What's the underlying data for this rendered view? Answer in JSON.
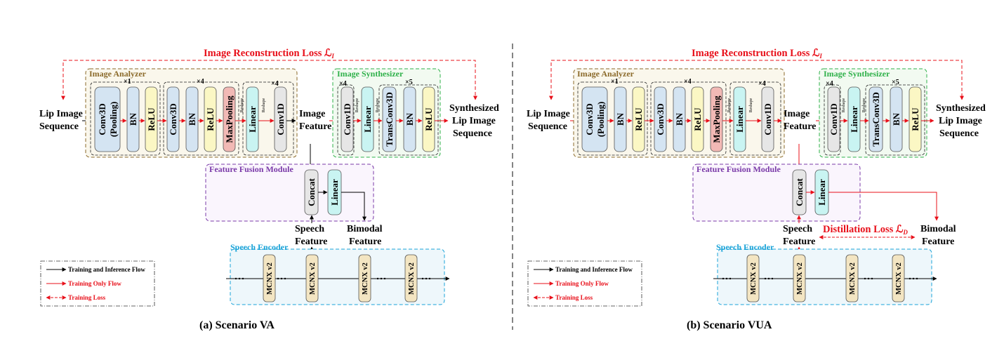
{
  "panels": [
    {
      "id": "va",
      "caption": "(a) Scenario VA",
      "loss_top": "Image Reconstruction Loss ℒ",
      "loss_top_sub": "I",
      "input_label": [
        "Lip Image",
        "Sequence"
      ],
      "output_label": [
        "Synthesized",
        "Lip Image",
        "Sequence"
      ],
      "image_feature": [
        "Image",
        "Feature"
      ],
      "speech_feature": [
        "Speech",
        "Feature"
      ],
      "bimodal_feature": [
        "Bimodal",
        "Feature"
      ],
      "analyzer_title": "Image Analyzer",
      "synth_title": "Image Synthesizer",
      "fusion_title": "Feature Fusion Module",
      "encoder_title": "Speech Encoder",
      "distill_loss": "",
      "distill_loss_sub": ""
    },
    {
      "id": "vua",
      "caption": "(b) Scenario VUA",
      "loss_top": "Image Reconstruction Loss ℒ",
      "loss_top_sub": "I",
      "input_label": [
        "Lip Image",
        "Sequence"
      ],
      "output_label": [
        "Synthesized",
        "Lip Image",
        "Sequence"
      ],
      "image_feature": [
        "Image",
        "Feature"
      ],
      "speech_feature": [
        "Speech",
        "Feature"
      ],
      "bimodal_feature": [
        "Bimodal",
        "Feature"
      ],
      "analyzer_title": "Image Analyzer",
      "synth_title": "Image Synthesizer",
      "fusion_title": "Feature Fusion Module",
      "encoder_title": "Speech Encoder",
      "distill_loss": "Distillation Loss ℒ",
      "distill_loss_sub": "D"
    }
  ],
  "analyzer_blocks": [
    "Conv3D (Pooling)",
    "BN",
    "ReLU",
    "Conv3D",
    "BN",
    "ReLU",
    "MaxPooling",
    "Linear",
    "Conv1D"
  ],
  "analyzer_mults": [
    "×1",
    "×4",
    "×4"
  ],
  "synth_blocks": [
    "Conv1D",
    "Linear",
    "TransConv3D",
    "BN",
    "ReLU"
  ],
  "synth_mults": [
    "×4",
    "×5"
  ],
  "reshape": "Reshape",
  "fusion_blocks": [
    "Concat",
    "Linear"
  ],
  "encoder_blocks": [
    "MCNX v2",
    "MCNX v2",
    "MCNX v2",
    "MCNX v2"
  ],
  "legend": {
    "flow": "Training and Inference Flow",
    "train_only": "Training Only Flow",
    "train_loss": "Training Loss"
  },
  "colors": {
    "blue_block": "#d4e4f2",
    "yellow_block": "#fbf7c4",
    "cyan_block": "#c9f4f2",
    "pink_block": "#f2b9b5",
    "gray_block": "#e6e6e6",
    "mcnx_block": "#f3e5c2",
    "loss_red": "#e8101a",
    "analyzer_border": "#8b6a2a",
    "synth_border": "#2fb14a",
    "fusion_border": "#7a3aa8",
    "encoder_border": "#1aa3d8"
  }
}
